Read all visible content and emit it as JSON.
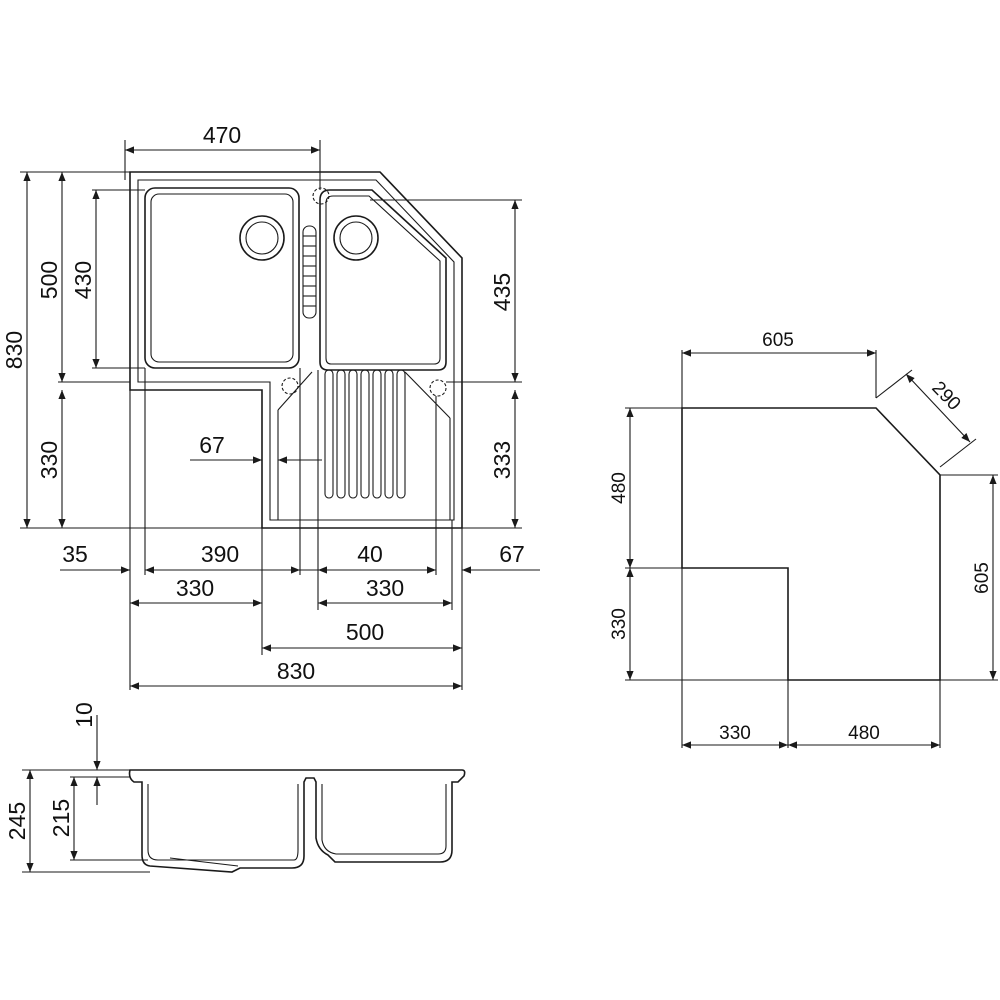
{
  "top_view": {
    "dims": {
      "width_upper_bowl": "470",
      "height_total": "830",
      "height_block": "500",
      "height_bowl_left": "430",
      "height_bowl_right": "435",
      "height_drainer_left": "330",
      "height_drainer_right": "333",
      "drainer_offset": "67",
      "margin_left": "35",
      "bowl_left_width": "390",
      "bowl_gap": "40",
      "margin_right": "67",
      "drainer_width_left": "330",
      "drainer_width_right": "330",
      "wing_width": "500",
      "width_total": "830"
    }
  },
  "cabinet_view": {
    "dims": {
      "top_width": "605",
      "chamfer": "290",
      "left_upper": "480",
      "left_lower": "330",
      "right_height": "605",
      "bottom_left": "330",
      "bottom_right": "480"
    }
  },
  "section_view": {
    "dims": {
      "rim": "10",
      "bowl_depth": "215",
      "total_depth": "245"
    }
  }
}
